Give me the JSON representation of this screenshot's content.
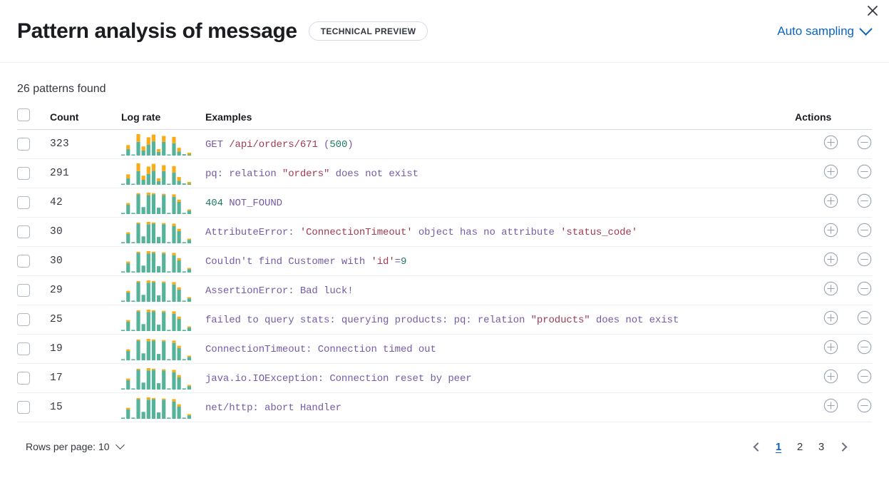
{
  "header": {
    "title": "Pattern analysis of message",
    "badge": "TECHNICAL PREVIEW",
    "sampling_label": "Auto sampling",
    "close_icon": "close-icon",
    "chevron_icon": "chevron-down-icon"
  },
  "summary": {
    "patterns_found": "26 patterns found"
  },
  "table": {
    "columns": {
      "select": "",
      "count": "Count",
      "log_rate": "Log rate",
      "examples": "Examples",
      "actions": "Actions"
    },
    "action_icons": {
      "add": "plus-circle-icon",
      "remove": "minus-circle-icon"
    },
    "rows": [
      {
        "count": "323",
        "example_plain": "GET /api/orders/671 (500)",
        "tokens": [
          {
            "t": "GET ",
            "c": "p"
          },
          {
            "t": "/api/orders/671",
            "c": "r"
          },
          {
            "t": " (",
            "c": "p"
          },
          {
            "t": "500",
            "c": "g"
          },
          {
            "t": ")",
            "c": "p"
          }
        ],
        "spark": {
          "teal": [
            2,
            14,
            2,
            30,
            11,
            24,
            31,
            8,
            30,
            2,
            27,
            9,
            3,
            2
          ],
          "orange": [
            0,
            9,
            0,
            17,
            9,
            16,
            15,
            6,
            13,
            0,
            14,
            8,
            0,
            4
          ]
        }
      },
      {
        "count": "291",
        "example_plain": "pq: relation \"orders\" does not exist",
        "tokens": [
          {
            "t": "pq: relation ",
            "c": "p"
          },
          {
            "t": "\"orders\"",
            "c": "r"
          },
          {
            "t": " does not exist",
            "c": "p"
          }
        ],
        "spark": {
          "teal": [
            2,
            14,
            2,
            30,
            11,
            24,
            31,
            8,
            30,
            2,
            27,
            9,
            3,
            2
          ],
          "orange": [
            0,
            9,
            0,
            17,
            9,
            16,
            15,
            6,
            13,
            0,
            14,
            8,
            0,
            4
          ]
        }
      },
      {
        "count": "42",
        "example_plain": "404 NOT_FOUND",
        "tokens": [
          {
            "t": "404",
            "c": "g"
          },
          {
            "t": " NOT_FOUND",
            "c": "p"
          }
        ],
        "spark": {
          "teal": [
            2,
            16,
            2,
            34,
            12,
            33,
            34,
            11,
            33,
            2,
            30,
            21,
            2,
            6
          ],
          "orange": [
            0,
            3,
            0,
            2,
            0,
            4,
            2,
            0,
            2,
            0,
            4,
            4,
            0,
            2
          ]
        }
      },
      {
        "count": "30",
        "example_plain": "AttributeError: 'ConnectionTimeout' object has no attribute 'status_code'",
        "tokens": [
          {
            "t": "AttributeError: ",
            "c": "p"
          },
          {
            "t": "'ConnectionTimeout'",
            "c": "r"
          },
          {
            "t": " object has no attribute ",
            "c": "p"
          },
          {
            "t": "'status_code'",
            "c": "r"
          }
        ],
        "spark": {
          "teal": [
            2,
            16,
            2,
            34,
            12,
            33,
            34,
            11,
            33,
            2,
            30,
            21,
            2,
            6
          ],
          "orange": [
            0,
            3,
            0,
            2,
            0,
            4,
            2,
            0,
            2,
            0,
            4,
            4,
            0,
            2
          ]
        }
      },
      {
        "count": "30",
        "example_plain": "Couldn't find Customer with 'id'=9",
        "tokens": [
          {
            "t": "Couldn't find Customer with ",
            "c": "p"
          },
          {
            "t": "'id'",
            "c": "r"
          },
          {
            "t": "=",
            "c": "p"
          },
          {
            "t": "9",
            "c": "g"
          }
        ],
        "spark": {
          "teal": [
            2,
            16,
            2,
            34,
            12,
            33,
            34,
            11,
            33,
            2,
            30,
            21,
            2,
            6
          ],
          "orange": [
            0,
            3,
            0,
            2,
            0,
            4,
            2,
            0,
            2,
            0,
            4,
            4,
            0,
            2
          ]
        }
      },
      {
        "count": "29",
        "example_plain": "AssertionError: Bad luck!",
        "tokens": [
          {
            "t": "AssertionError: Bad luck!",
            "c": "p"
          }
        ],
        "spark": {
          "teal": [
            2,
            16,
            2,
            34,
            12,
            33,
            34,
            11,
            33,
            2,
            30,
            21,
            2,
            6
          ],
          "orange": [
            0,
            3,
            0,
            2,
            0,
            4,
            2,
            0,
            2,
            0,
            4,
            4,
            0,
            2
          ]
        }
      },
      {
        "count": "25",
        "example_plain": "failed to query stats: querying products: pq: relation \"products\" does not exist",
        "tokens": [
          {
            "t": "failed to query stats: querying products: pq: relation ",
            "c": "p"
          },
          {
            "t": "\"products\"",
            "c": "r"
          },
          {
            "t": " does not exist",
            "c": "p"
          }
        ],
        "spark": {
          "teal": [
            2,
            16,
            2,
            34,
            12,
            33,
            34,
            11,
            33,
            2,
            30,
            21,
            2,
            6
          ],
          "orange": [
            0,
            3,
            0,
            2,
            0,
            4,
            2,
            0,
            2,
            0,
            4,
            4,
            0,
            2
          ]
        }
      },
      {
        "count": "19",
        "example_plain": "ConnectionTimeout: Connection timed out",
        "tokens": [
          {
            "t": "ConnectionTimeout: Connection timed out",
            "c": "p"
          }
        ],
        "spark": {
          "teal": [
            2,
            16,
            2,
            34,
            12,
            33,
            34,
            11,
            33,
            2,
            30,
            21,
            2,
            6
          ],
          "orange": [
            0,
            3,
            0,
            2,
            0,
            4,
            2,
            0,
            2,
            0,
            4,
            4,
            0,
            2
          ]
        }
      },
      {
        "count": "17",
        "example_plain": "java.io.IOException: Connection reset by peer",
        "tokens": [
          {
            "t": "java.io.IOException: Connection reset by peer",
            "c": "p"
          }
        ],
        "spark": {
          "teal": [
            2,
            16,
            2,
            34,
            12,
            33,
            34,
            11,
            33,
            2,
            30,
            21,
            2,
            6
          ],
          "orange": [
            0,
            3,
            0,
            2,
            0,
            4,
            2,
            0,
            2,
            0,
            4,
            4,
            0,
            2
          ]
        }
      },
      {
        "count": "15",
        "example_plain": "net/http: abort Handler",
        "tokens": [
          {
            "t": "net/http: abort Handler",
            "c": "p"
          }
        ],
        "spark": {
          "teal": [
            2,
            16,
            2,
            34,
            12,
            33,
            34,
            11,
            33,
            2,
            30,
            21,
            2,
            6
          ],
          "orange": [
            0,
            3,
            0,
            2,
            0,
            4,
            2,
            0,
            2,
            0,
            4,
            4,
            0,
            2
          ]
        }
      }
    ]
  },
  "footer": {
    "rows_per_page_label": "Rows per page: 10",
    "prev_label": "Previous page",
    "next_label": "Next page",
    "pages": [
      "1",
      "2",
      "3"
    ],
    "active_page": "1"
  },
  "colors": {
    "accent_blue": "#0b64c0",
    "spark_teal": "#54b399",
    "spark_orange": "#fbab15",
    "token_purple": "#765ba6",
    "token_red": "#a13a52",
    "token_green": "#1f7b63"
  }
}
